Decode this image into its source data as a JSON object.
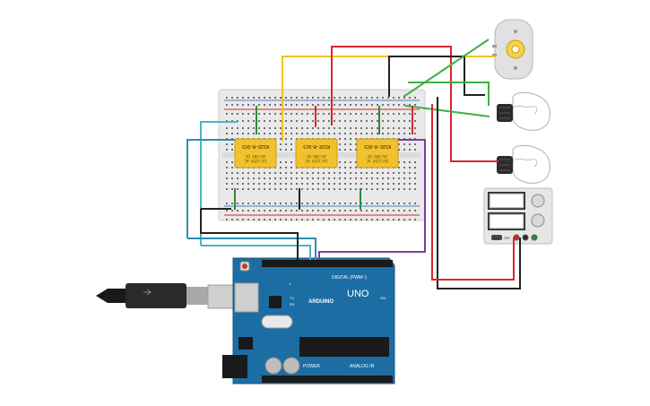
{
  "arduino": {
    "brand": "ARDUINO",
    "model": "UNO",
    "digital_label": "DIGITAL (PWM~)",
    "power_label": "POWER",
    "analog_label": "ANALOG IN",
    "tx_label": "TX",
    "rx_label": "RX",
    "on_label": "ON",
    "l_label": "L"
  },
  "relays": [
    {
      "part": "KS2E-M-DC5",
      "rating_1": "1A/125V AC",
      "rating_2": "2A/30V DC"
    },
    {
      "part": "KS2E-M-DC5",
      "rating_1": "1A/125V AC",
      "rating_2": "2A/30V DC"
    },
    {
      "part": "KS2E-M-DC5",
      "rating_1": "1A/125V AC",
      "rating_2": "2A/30V DC"
    }
  ],
  "power_supply": {
    "off_label": "OFF"
  },
  "colors": {
    "board": "#1c6da3",
    "relay": "#f2c12e",
    "wire_red": "#d9262b",
    "wire_black": "#222222",
    "wire_yellow": "#f2c40c",
    "wire_green": "#3cb043",
    "wire_cyan": "#4ab3c8",
    "wire_teal": "#2a8fb0",
    "wire_purple": "#7b3fa0",
    "wire_darkgreen": "#2e8b3a"
  },
  "icons": [
    "dc-motor-icon",
    "light-bulb-icon",
    "usb-cable-icon",
    "power-supply-icon"
  ]
}
